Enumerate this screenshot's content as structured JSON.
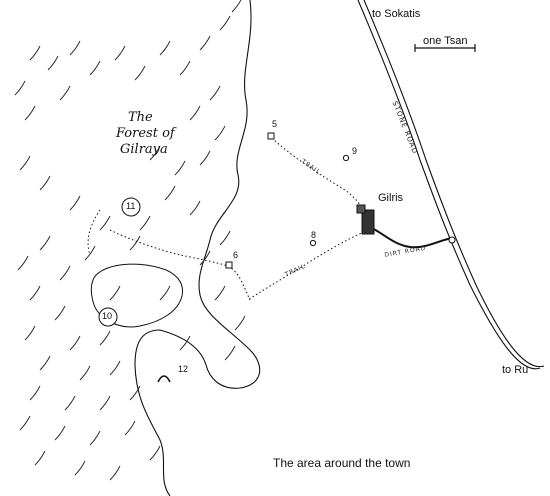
{
  "map": {
    "caption": "The area around the town",
    "forest_label_line1": "The",
    "forest_label_line2": "Forest of",
    "forest_label_line3": "Gilraya",
    "town_label": "Gilris",
    "scale_label": "one Tsan",
    "road_north_label": "to Sokatis",
    "road_south_label": "to Ru",
    "stone_road_label": "STONE ROAD",
    "dirt_road_label": "DIRT ROAD",
    "trail_label_upper": "TRAIL",
    "trail_label_lower": "TRAIL",
    "sites": {
      "s5": "5",
      "s6": "6",
      "s8": "8",
      "s9": "9",
      "s10": "10",
      "s11": "11",
      "s12": "12"
    }
  },
  "colors": {
    "ink": "#111111",
    "background": "#ffffff"
  },
  "icons": [
    "forest-hatching",
    "site-square-icon",
    "site-circle-icon",
    "town-icon"
  ]
}
